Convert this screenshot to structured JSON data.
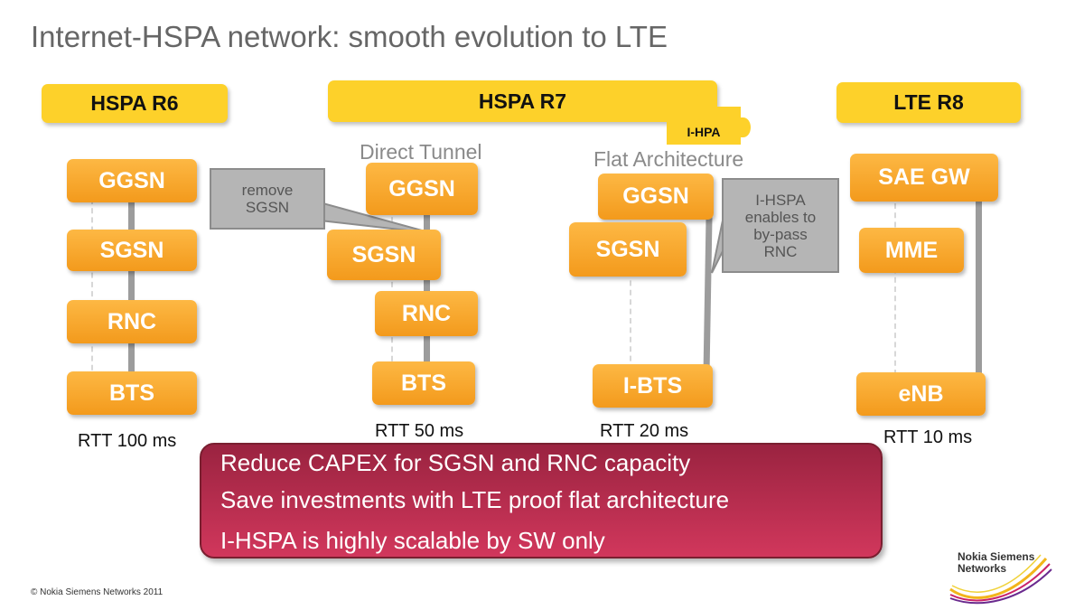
{
  "title": "Internet-HSPA network: smooth evolution to LTE",
  "columns": {
    "r6": {
      "header": "HSPA R6",
      "nodes": [
        "GGSN",
        "SGSN",
        "RNC",
        "BTS"
      ],
      "rtt": "RTT 100 ms"
    },
    "r7": {
      "header": "HSPA R7",
      "direct": {
        "label": "Direct Tunnel",
        "nodes": [
          "GGSN",
          "SGSN",
          "RNC",
          "BTS"
        ],
        "rtt": "RTT 50 ms"
      },
      "flat": {
        "label": "Flat Architecture",
        "badge": "I-HPA",
        "nodes": [
          "GGSN",
          "SGSN",
          "I-BTS"
        ],
        "rtt": "RTT 20 ms"
      }
    },
    "r8": {
      "header": "LTE R8",
      "nodes": [
        "SAE GW",
        "MME",
        "eNB"
      ],
      "rtt": "RTT 10 ms"
    }
  },
  "callouts": {
    "remove": "remove\nSGSN",
    "ihspa": "I-HSPA\nenables to\nby-pass\nRNC"
  },
  "benefits": [
    "Reduce CAPEX for SGSN and RNC capacity",
    "Save investments with LTE proof flat architecture",
    "I-HSPA is highly scalable by SW only"
  ],
  "footer": {
    "copyright": "© Nokia Siemens Networks 2011",
    "logo_line1": "Nokia Siemens",
    "logo_line2": "Networks"
  },
  "colors": {
    "header_yellow": "#fdd12a",
    "node_orange": "#f7a52c",
    "banner_red": "#b52d4c",
    "callout_gray": "#b5b5b5"
  }
}
